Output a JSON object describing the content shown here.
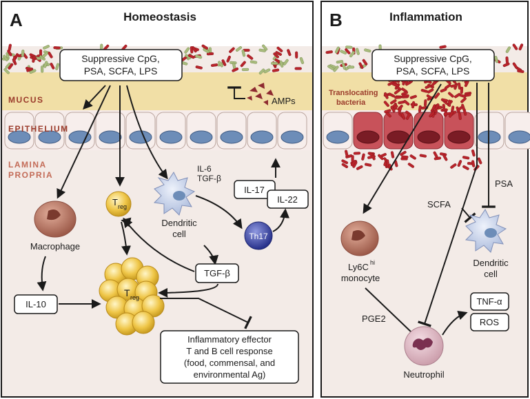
{
  "panel_a": {
    "letter": "A",
    "title": "Homeostasis",
    "stimulus": {
      "line1": "Suppressive CpG,",
      "line2": "PSA, SCFA, LPS"
    },
    "layers": {
      "mucus": "MUCUS",
      "epithelium": "EPITHELIUM",
      "lamina1": "LAMINA",
      "lamina2": "PROPRIA"
    },
    "amps": "AMPs",
    "il6": "IL-6",
    "tgfb_top": "TGF-β",
    "treg_small": {
      "main": "T",
      "sub": "reg"
    },
    "treg_cluster": {
      "main": "T",
      "sub": "reg"
    },
    "dc": {
      "line1": "Dendritic",
      "line2": "cell"
    },
    "th17": "Th17",
    "il17": "IL-17",
    "il22": "IL-22",
    "macrophage": "Macrophage",
    "il10": "IL-10",
    "tgfb_box": "TGF-β",
    "effector": {
      "line1": "Inflammatory effector",
      "line2": "T and B cell response",
      "line3": "(food, commensal, and",
      "line4": "environmental Ag)"
    }
  },
  "panel_b": {
    "letter": "B",
    "title": "Inflammation",
    "stimulus": {
      "line1": "Suppressive CpG,",
      "line2": "PSA, SCFA, LPS"
    },
    "translocating1": "Translocating",
    "translocating2": "bacteria",
    "psa": "PSA",
    "scfa": "SCFA",
    "monocyte": {
      "line1_main": "Ly6C",
      "line1_sup": "hi",
      "line2": "monocyte"
    },
    "dc": {
      "line1": "Dendritic",
      "line2": "cell"
    },
    "pge2": "PGE2",
    "tnf": "TNF-α",
    "ros": "ROS",
    "neutrophil": "Neutrophil"
  },
  "colors": {
    "background": "#f3ebe7",
    "mucus": "#f1dfa6",
    "layer_text": "#9a3a2a",
    "bacteria_red": "#b8232a",
    "bacteria_green": "#9bb16d",
    "treg": "#e9bf3d",
    "th17": "#3a46a0",
    "inflamed_cell": "#c8525a"
  }
}
